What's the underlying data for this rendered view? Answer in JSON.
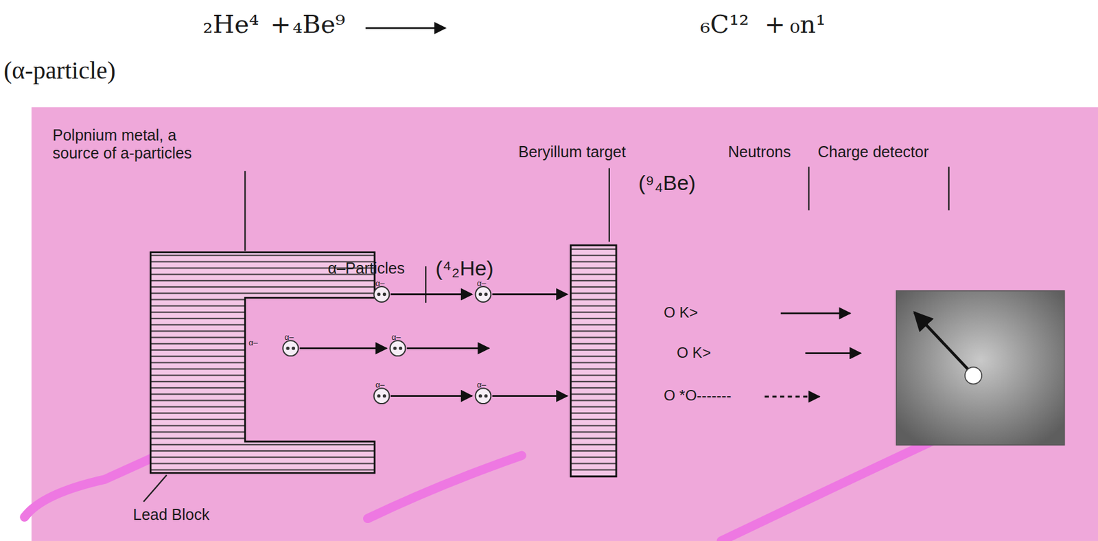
{
  "diagram": {
    "labels": [
      "₂He⁴",
      "+",
      "₄Be⁹",
      "₆C¹²",
      "+",
      "₀n¹",
      "(α-particle)",
      "Polpnium metal, a source of a-particles",
      "α–Particles",
      "(⁴₂He)",
      "Beryillum target",
      "(⁹₄Be)",
      "Neutrons",
      "Charge detector",
      "Lead Block",
      "α–",
      "α–",
      "α–",
      "α–",
      "α–",
      "α–",
      "α–",
      "O K>",
      "O K>",
      "O *O-------"
    ]
  }
}
